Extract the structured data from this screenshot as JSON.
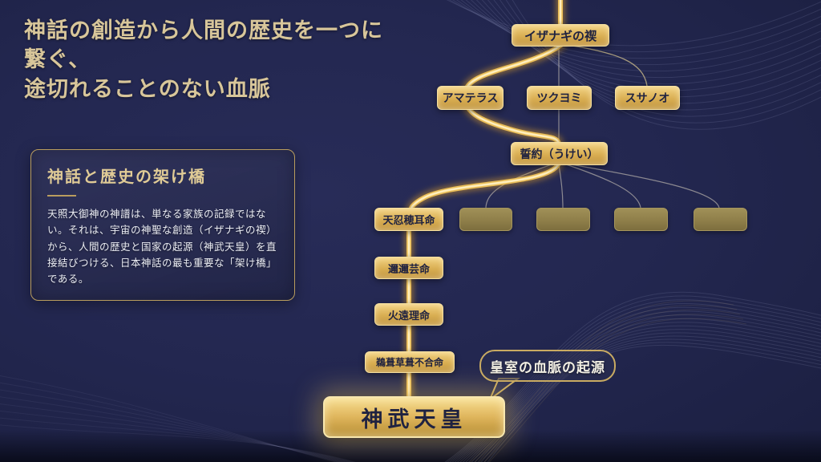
{
  "title": {
    "line1": "神話の創造から人間の歴史を一つに繋ぐ、",
    "line2": "途切れることのない血脈"
  },
  "panel": {
    "heading": "神話と歴史の架け橋",
    "body": "天照大御神の神譜は、単なる家族の記録ではない。それは、宇宙の神聖な創造（イザナギの禊）から、人間の歴史と国家の起源（神武天皇）を直接結びつける、日本神話の最も重要な「架け橋」である。"
  },
  "tree": {
    "root": "イザナギの禊",
    "siblings": [
      "アマテラス",
      "ツクヨミ",
      "スサノオ"
    ],
    "ukei": "誓約（うけい）",
    "lineage": [
      "天忍穂耳命",
      "邇邇芸命",
      "火遠理命",
      "鵜葺草葺不合命"
    ],
    "placeholder_count": 4,
    "emperor": "神武天皇",
    "callout": "皇室の血脈の起源"
  },
  "colors": {
    "background": "#232750",
    "gold_bright": "#ffeebc",
    "gold_mid": "#f0c35a",
    "gold_glow": "#d99b28",
    "node_border": "#f4dfa0",
    "dim_node": "#8d7d48",
    "panel_border": "#b99d5e",
    "title_text": "#d8c69a",
    "node_text": "#1f2240"
  }
}
